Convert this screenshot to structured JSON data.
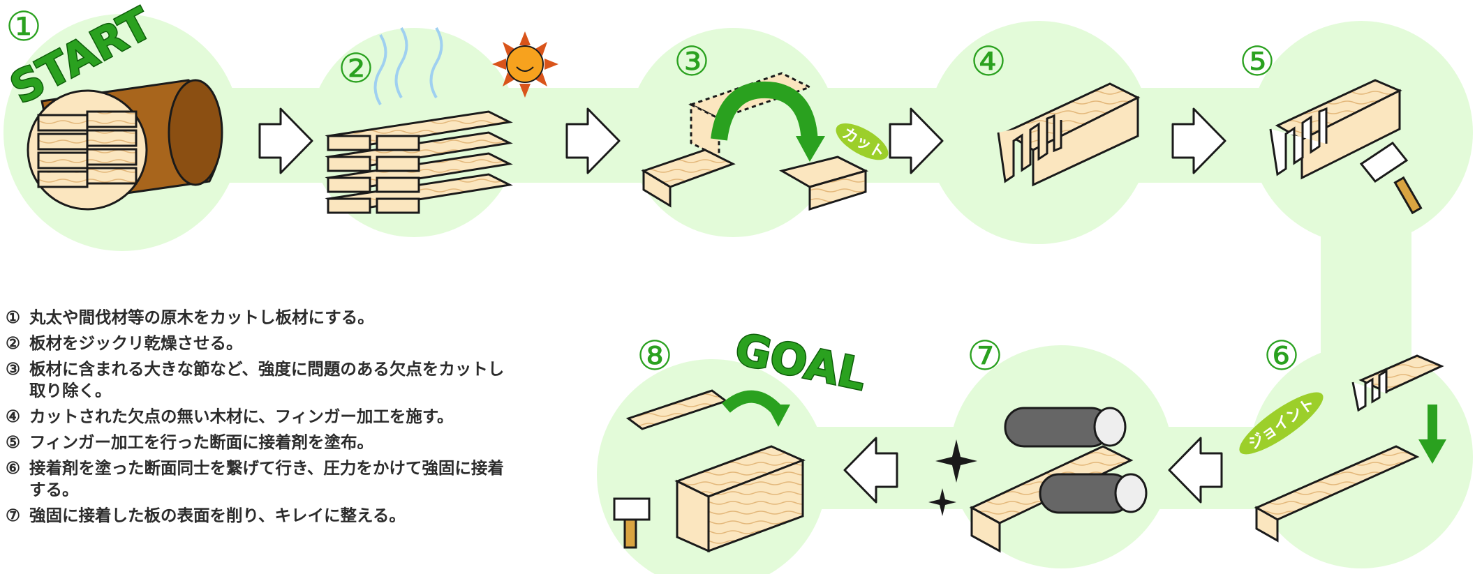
{
  "labels": {
    "start": "START",
    "goal": "GOAL",
    "cut": "カット",
    "joint": "ジョイント"
  },
  "steps": [
    {
      "number": "①",
      "text": "丸太や間伐材等の原木をカットし板材にする。"
    },
    {
      "number": "②",
      "text": "板材をジックリ乾燥させる。"
    },
    {
      "number": "③",
      "text": "板材に含まれる大きな節など、強度に問題のある欠点をカットし取り除く。"
    },
    {
      "number": "④",
      "text": "カットされた欠点の無い木材に、フィンガー加工を施す。"
    },
    {
      "number": "⑤",
      "text": "フィンガー加工を行った断面に接着剤を塗布。"
    },
    {
      "number": "⑥",
      "text": "接着剤を塗った断面同士を繋げて行き、圧力をかけて強固に接着する。"
    },
    {
      "number": "⑦",
      "text": "強固に接着した板の表面を削り、キレイに整える。"
    }
  ],
  "colors": {
    "track": "#e3fbd9",
    "accent_green": "#2aa11f",
    "wood_light": "#fbe6bf",
    "wood_dark": "#a8651c",
    "roller": "#666666",
    "outline": "#1a1a1a"
  }
}
